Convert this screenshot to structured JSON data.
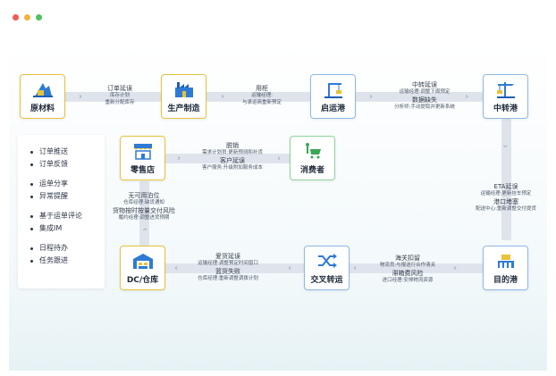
{
  "nodes": {
    "raw": "原材料",
    "produce": "生产制造",
    "depart_port": "启运港",
    "transfer_port": "中转港",
    "retail": "零售店",
    "consumer": "消费者",
    "dc": "DC/仓库",
    "cross": "交叉转运",
    "dest_port": "目的港"
  },
  "notes": {
    "n1": [
      "订单延误",
      "库存计划",
      "重新分配库存"
    ],
    "n2": [
      "用柜",
      "运输经理:",
      "与承运商重新预定"
    ],
    "n3": [
      "中转延误",
      "运输经理:调整下周预定",
      "数据缺失",
      "分析师:手动提取并更新系统"
    ],
    "n4": [
      "脱销",
      "需求计划员:更新预测和补货",
      "客户延误",
      "客户服务:升级附加服务成本"
    ],
    "n5": [
      "ETA延误",
      "运输经理:更新挂车预定",
      "港口堵塞",
      "配送中心:重新调整交付提货"
    ],
    "n6": [
      "无可用泊位",
      "仓库经理:缺货通知",
      "货物按时按量交付风险",
      "履约经理:调整进货预期"
    ],
    "n7": [
      "爱货延误",
      "运输经理:调整预定时间窗口",
      "篮货失败",
      "仓库经理:重新调整调拨计划"
    ],
    "n8": [
      "海关扣留",
      "物流员:与报送行合作清关",
      "滞箱费风险",
      "进口经理:安排物流资源"
    ]
  },
  "panel": {
    "g1": [
      "订单推送",
      "订单反馈"
    ],
    "g2": [
      "运单分享",
      "异常提醒"
    ],
    "g3": [
      "基于运单评论",
      "集成IM"
    ],
    "g4": [
      "日程待办",
      "任务跟进"
    ]
  },
  "colors": {
    "gold": "#e8c23a",
    "blue": "#8fb8e6",
    "green": "#8fd39a",
    "pipe": "#dfe4ec",
    "icon_blue": "#2e7bd6",
    "icon_green": "#3aa655"
  }
}
